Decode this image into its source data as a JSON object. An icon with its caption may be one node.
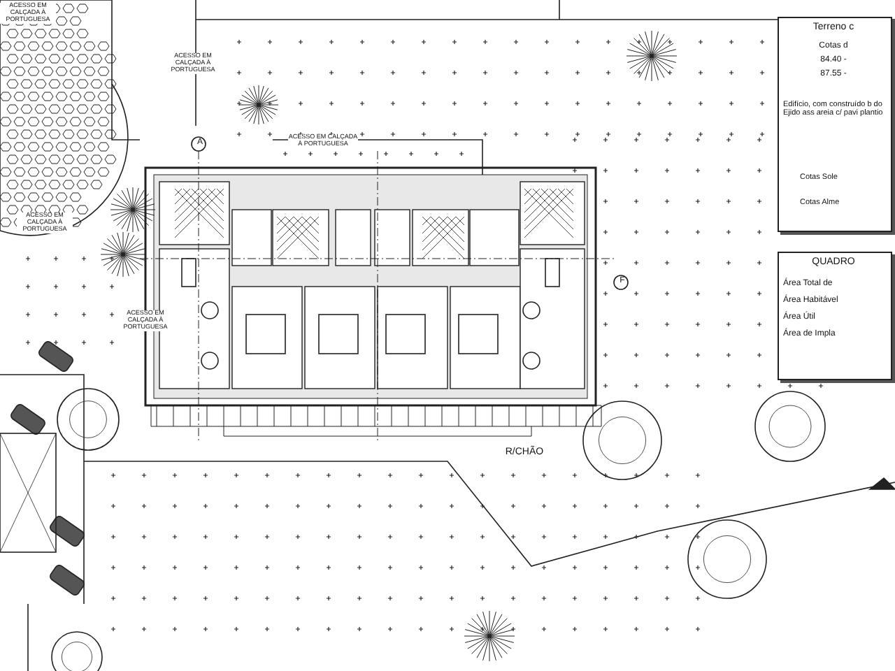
{
  "diagram": {
    "labels": [
      "ACESSO EM CALÇADA À PORTUGUESA",
      "ACESSO EM CALÇADA À PORTUGUESA",
      "ACESSO EM CALÇADA À PORTUGUESA",
      "A",
      "Terreno c",
      "Cotas d",
      "84.40 -",
      "87.55 -",
      "Edifício, com construído b do Ejido ass areia c/ pavi plantio",
      "Cotas Sole",
      "Cotas Alme",
      "QUADRO",
      "Área Total de",
      "Área Habitável",
      "Área Útil",
      "Área de Impla",
      "ACESSO EM CALÇADA À PORTUGUESA",
      "ACESSO EM CALÇADA À PORTUGUESA",
      "F",
      "R/CHÃO"
    ]
  }
}
